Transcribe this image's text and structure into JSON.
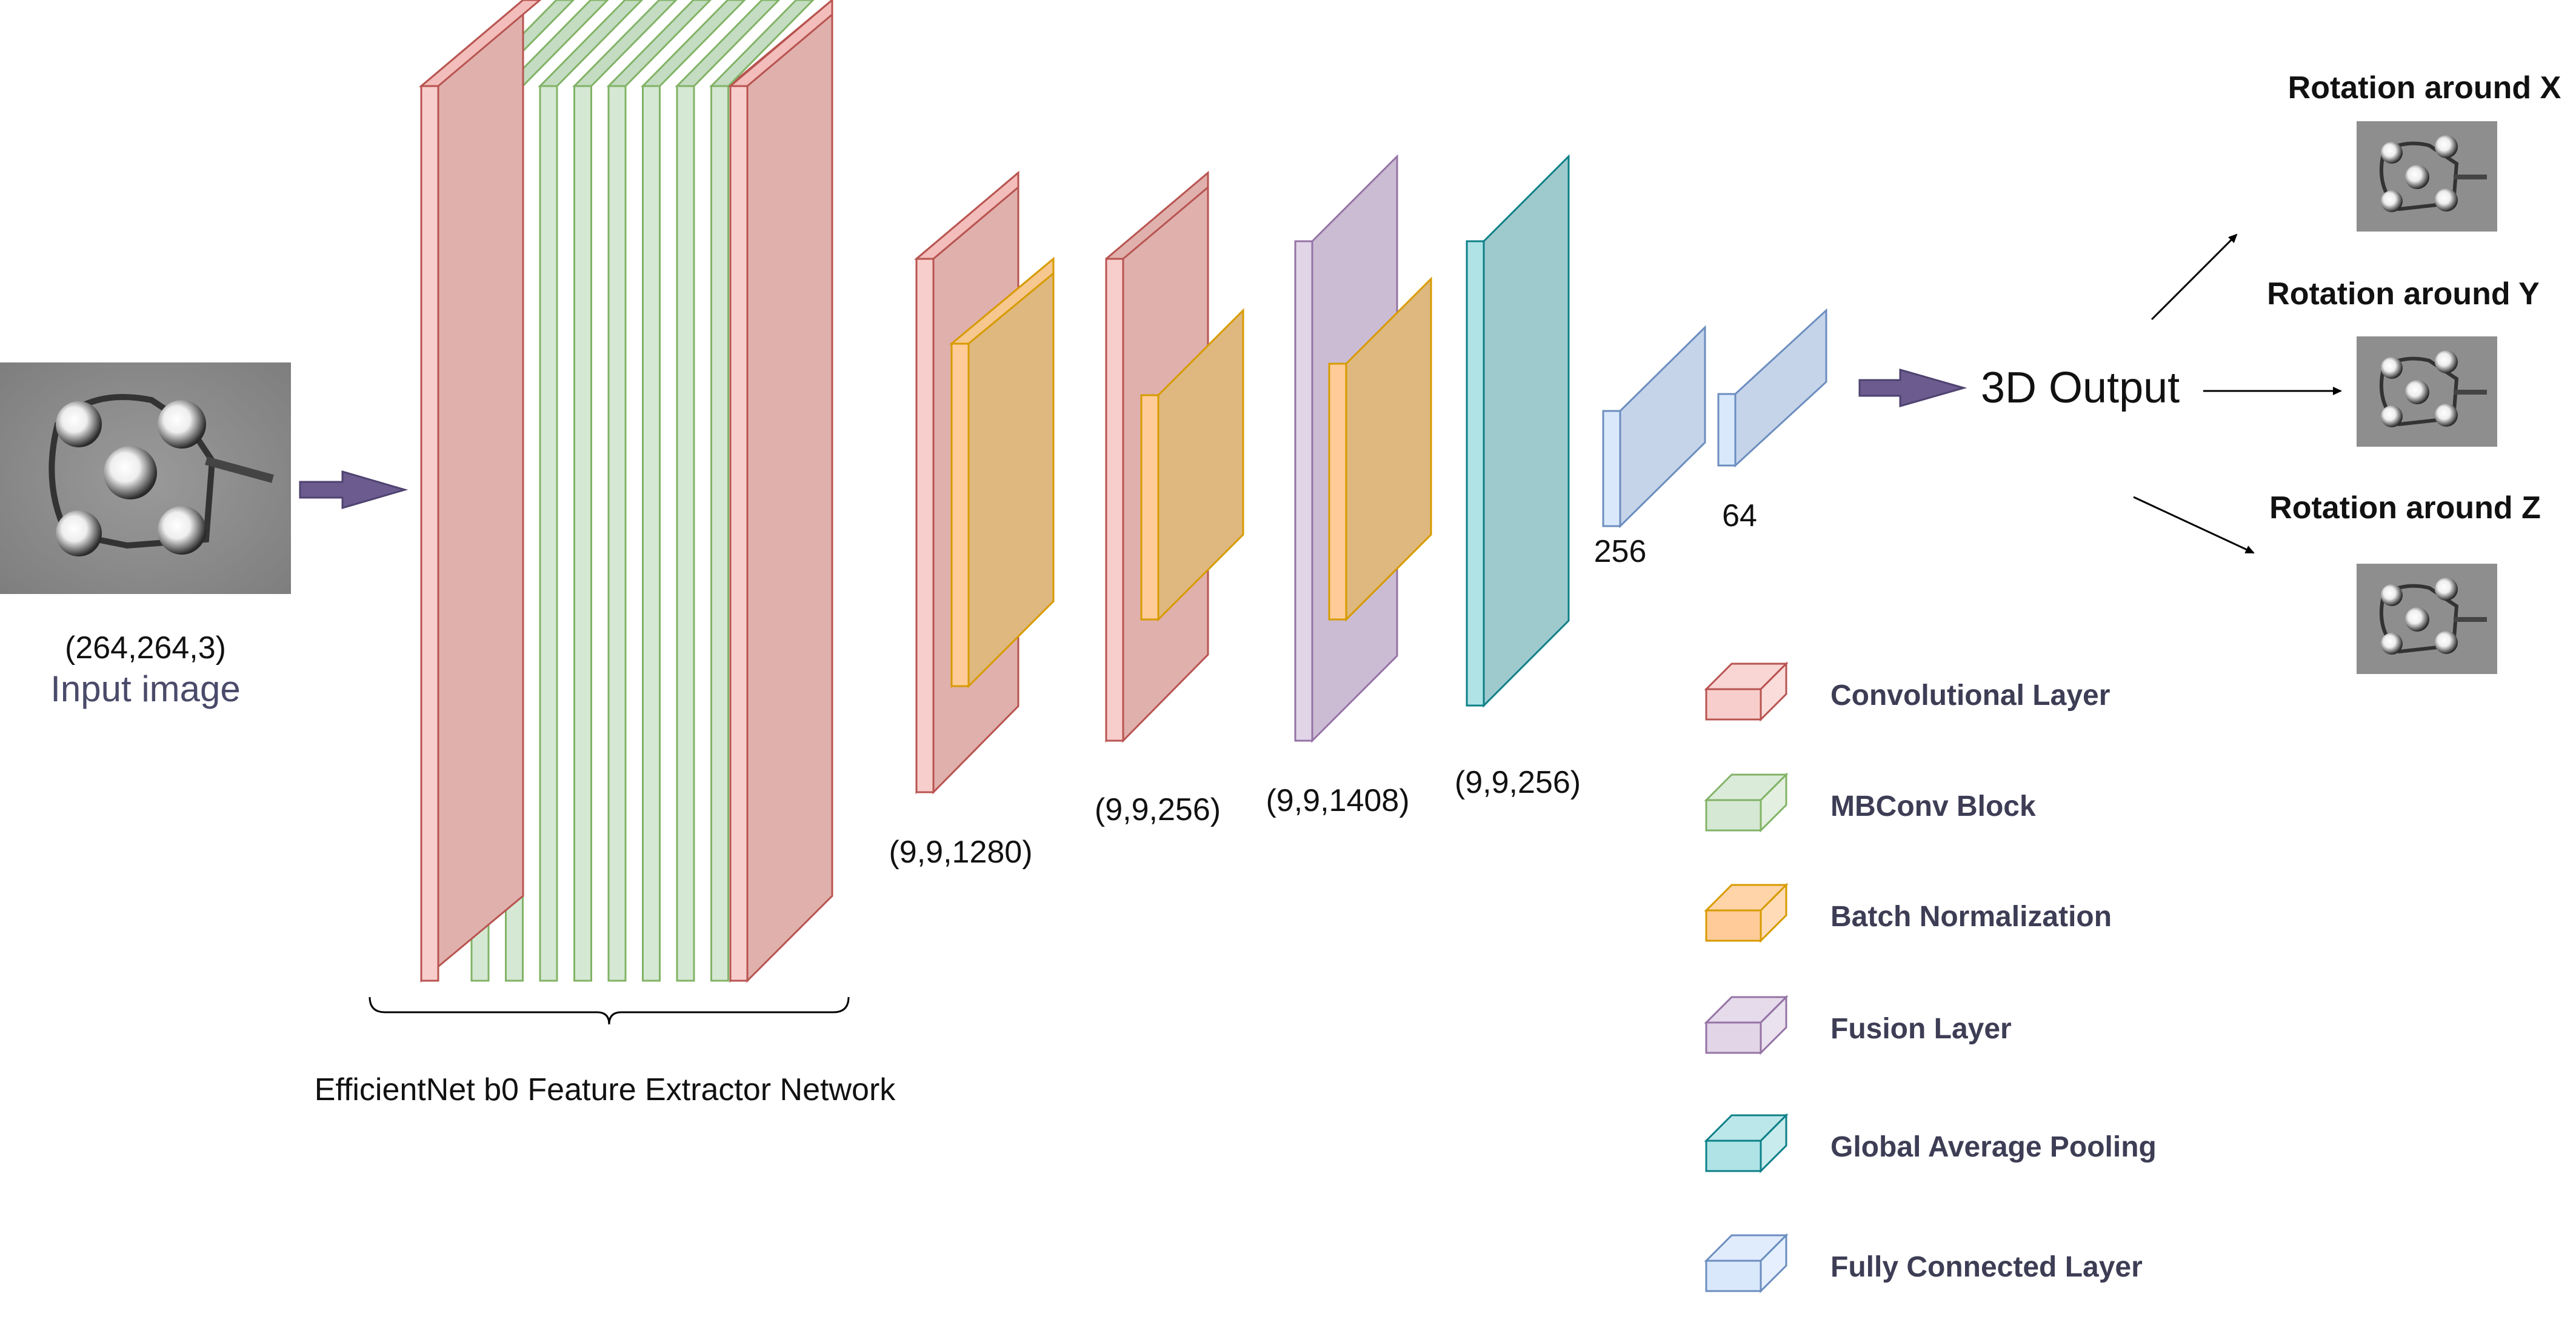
{
  "input": {
    "shape": "(264,264,3)",
    "caption": "Input image"
  },
  "backbone": {
    "caption": "EfficientNet b0 Feature Extractor Network"
  },
  "stages": [
    {
      "shape": "(9,9,1280)"
    },
    {
      "shape": "(9,9,256)"
    },
    {
      "shape": "(9,9,1408)"
    },
    {
      "shape": "(9,9,256)"
    }
  ],
  "dense": [
    {
      "units": "256"
    },
    {
      "units": "64"
    }
  ],
  "output": {
    "label": "3D Output",
    "rotations": [
      {
        "label": "Rotation around X"
      },
      {
        "label": "Rotation around Y"
      },
      {
        "label": "Rotation around Z"
      }
    ]
  },
  "legend": [
    {
      "label": "Convolutional Layer",
      "face": "#f8cecc",
      "stroke": "#b85450"
    },
    {
      "label": "MBConv Block",
      "face": "#d5e8d4",
      "stroke": "#82b366"
    },
    {
      "label": "Batch Normalization",
      "face": "#ffcc99",
      "stroke": "#d79b00"
    },
    {
      "label": "Fusion Layer",
      "face": "#e1d5e7",
      "stroke": "#9673a6"
    },
    {
      "label": "Global Average Pooling",
      "face": "#b0e3e6",
      "stroke": "#0e8088"
    },
    {
      "label": "Fully Connected Layer",
      "face": "#dae8fc",
      "stroke": "#6c8ebf"
    }
  ],
  "colors": {
    "conv": "#f8cecc",
    "mbconv": "#d5e8d4",
    "batchnorm": "#ffcc99",
    "fusion": "#e1d5e7",
    "gap": "#b0e3e6",
    "dense": "#dae8fc",
    "arrow": "#6b5b8e"
  }
}
